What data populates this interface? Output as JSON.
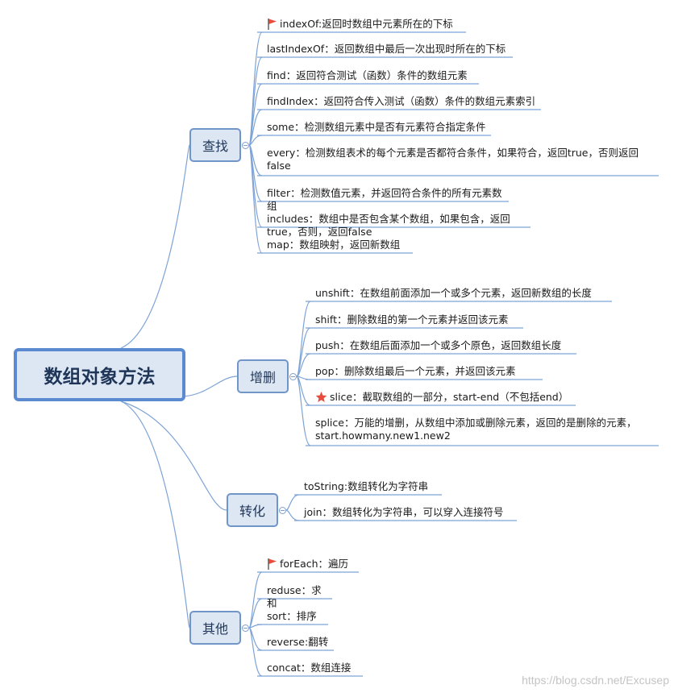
{
  "title": "数组对象方法",
  "colors": {
    "line": "#7da3d6",
    "box_fill": "#dde7f4",
    "box_border": "#5b8ad0",
    "flag": "#e84c3d",
    "star": "#e84c3d"
  },
  "branches": [
    {
      "label": "查找",
      "items": [
        {
          "text": "indexOf:返回时数组中元素所在的下标",
          "icon": "flag"
        },
        {
          "text": "lastIndexOf：返回数组中最后一次出现时所在的下标"
        },
        {
          "text": "find：返回符合测试（函数）条件的数组元素"
        },
        {
          "text": "findIndex：返回符合传入测试（函数）条件的数组元素索引"
        },
        {
          "text": "some：检测数组元素中是否有元素符合指定条件"
        },
        {
          "text": "every：检测数组表术的每个元素是否都符合条件，如果符合，返回true，否则返回false"
        },
        {
          "text": "filter：检测数值元素，并返回符合条件的所有元素数组"
        },
        {
          "text": "includes：数组中是否包含某个数组，如果包含，返回true，否则，返回false"
        },
        {
          "text": "map：数组映射，返回新数组"
        }
      ]
    },
    {
      "label": "增删",
      "items": [
        {
          "text": "unshift：在数组前面添加一个或多个元素，返回新数组的长度"
        },
        {
          "text": "shift：删除数组的第一个元素并返回该元素"
        },
        {
          "text": "push：在数组后面添加一个或多个原色，返回数组长度"
        },
        {
          "text": "pop：删除数组最后一个元素，并返回该元素"
        },
        {
          "text": "slice：截取数组的一部分，start-end（不包括end）",
          "icon": "star"
        },
        {
          "text": "splice：万能的增删，从数组中添加或删除元素，返回的是删除的元素，start.howmany.new1.new2"
        }
      ]
    },
    {
      "label": "转化",
      "items": [
        {
          "text": "toString:数组转化为字符串"
        },
        {
          "text": "join：数组转化为字符串，可以穿入连接符号"
        }
      ]
    },
    {
      "label": "其他",
      "items": [
        {
          "text": "forEach：遍历",
          "icon": "flag"
        },
        {
          "text": "reduse：求和"
        },
        {
          "text": "sort：排序"
        },
        {
          "text": "reverse:翻转"
        },
        {
          "text": "concat：数组连接"
        }
      ]
    }
  ],
  "watermark": "https://blog.csdn.net/Excusep"
}
